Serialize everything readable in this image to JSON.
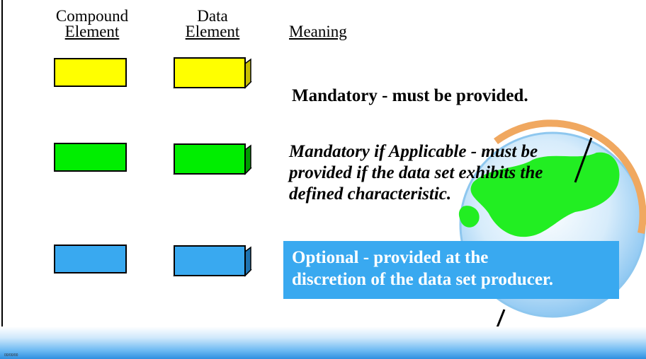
{
  "headers": {
    "compound_line1": "Compound",
    "compound_line2": "Element",
    "data_line1": "Data",
    "data_line2": "Element",
    "meaning": "Meaning"
  },
  "rows": [
    {
      "text": "Mandatory - must be provided.",
      "color": "#ffff00",
      "style": "bold"
    },
    {
      "text": "Mandatory if Applicable - must be provided if the data set exhibits the defined characteristic.",
      "lines": [
        "Mandatory if Applicable - must be",
        "provided if the data set exhibits the",
        "defined characteristic."
      ],
      "color": "#00ee00",
      "style": "bold-italic"
    },
    {
      "text": "Optional - provided at the discretion of the data set producer.",
      "lines": [
        "Optional - provided at the",
        "discretion of the data set producer."
      ],
      "color": "#39a9f0",
      "style": "bold-white-on-blue"
    }
  ],
  "footer": {
    "date": "00/00/00"
  },
  "decoration": {
    "globe": "globe-illustration"
  }
}
